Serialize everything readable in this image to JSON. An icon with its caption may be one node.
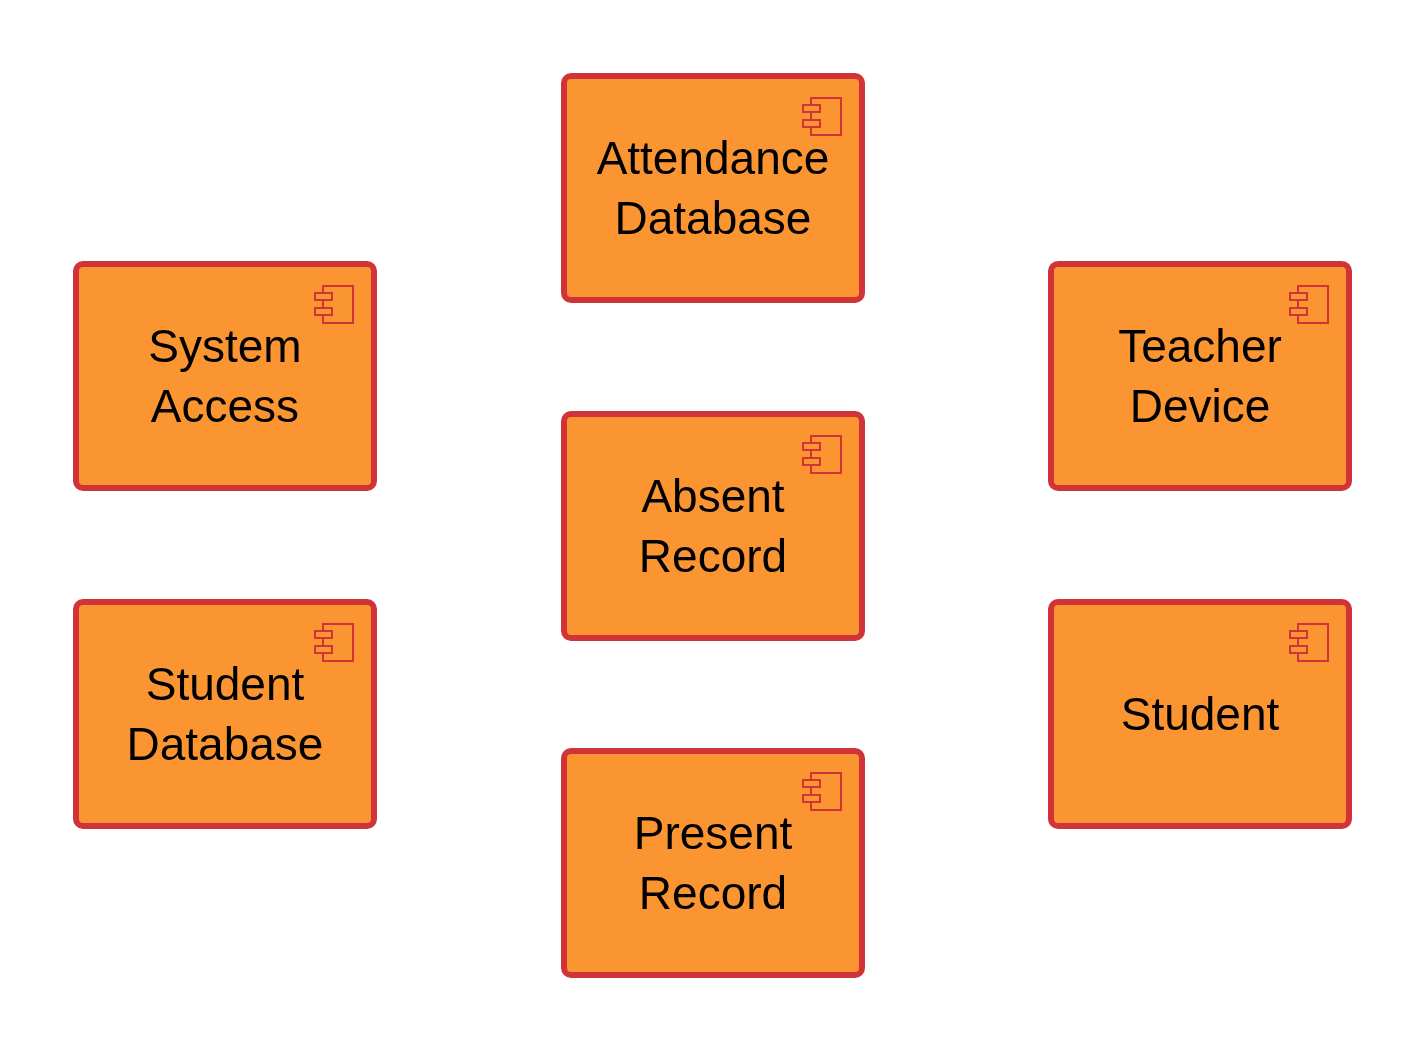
{
  "diagram": {
    "nodes": [
      {
        "text": [
          "Attendance Database"
        ]
      },
      {
        "text": [
          "System Access"
        ]
      },
      {
        "text": [
          "Teacher Device"
        ]
      },
      {
        "text": [
          "Absent Record"
        ]
      },
      {
        "text": [
          "Student Database"
        ]
      },
      {
        "text": [
          "Student"
        ]
      },
      {
        "text": [
          "Present Record"
        ]
      }
    ]
  }
}
